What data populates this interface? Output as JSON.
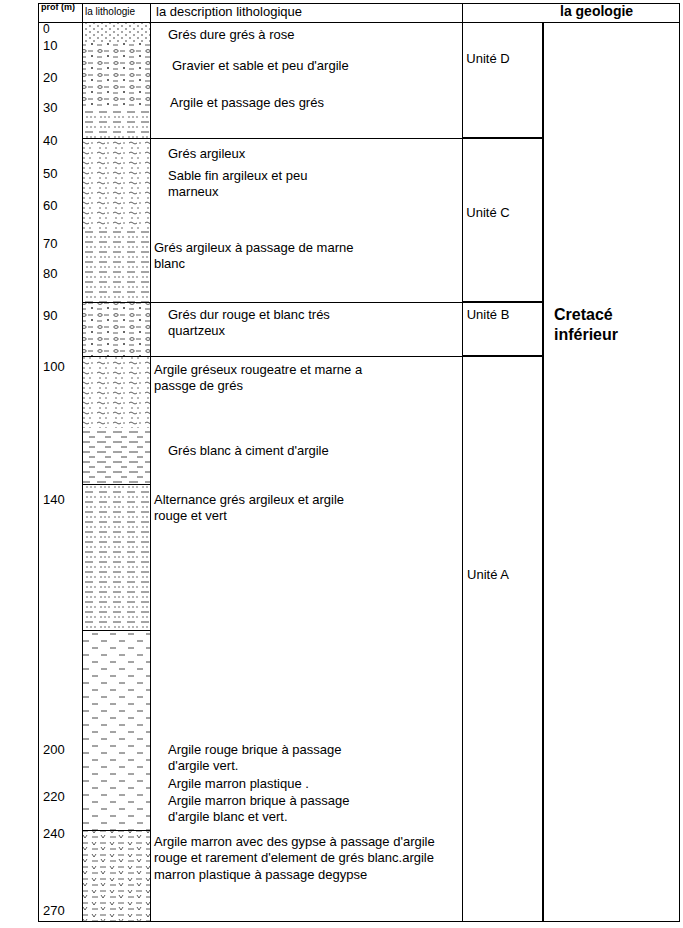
{
  "diagram": {
    "nodes": [
      {
        "text": [
          "Unité D"
        ]
      },
      {
        "text": [
          "Unité C"
        ]
      },
      {
        "text": [
          "Unité B"
        ]
      },
      {
        "text": [
          "Unité A"
        ]
      },
      {
        "text": [
          "Cretacé inférieur"
        ]
      }
    ],
    "labels": [
      "prof (m)",
      "la lithologie",
      "la description lithologique",
      "la geologie",
      "0",
      "10",
      "20",
      "30",
      "40",
      "50",
      "60",
      "70",
      "80",
      "90",
      "100",
      "140",
      "200",
      "220",
      "240",
      "270",
      "Grés dure grés à rose",
      "Gravier et sable et peu d'argile",
      "Argile et passage des grés",
      "Grés argileux",
      "Sable fin argileux et peu marneux",
      "Grés argileux à passage de marne blanc",
      "Grés dur rouge et blanc trés quartzeux",
      "Argile gréseux rougeatre et marne a passge de grés",
      "Grés blanc à ciment d'argile",
      "Alternance grés argileux et argile rouge et vert",
      "Argile rouge brique à passage d'argile vert.",
      "Argile marron plastique .",
      "Argile marron brique à passage d'argile blanc et vert.",
      "Argile marron avec des gypse à passage d'argile rouge et rarement d'element de grés blanc.argile marron plastique à passage degypse"
    ]
  }
}
